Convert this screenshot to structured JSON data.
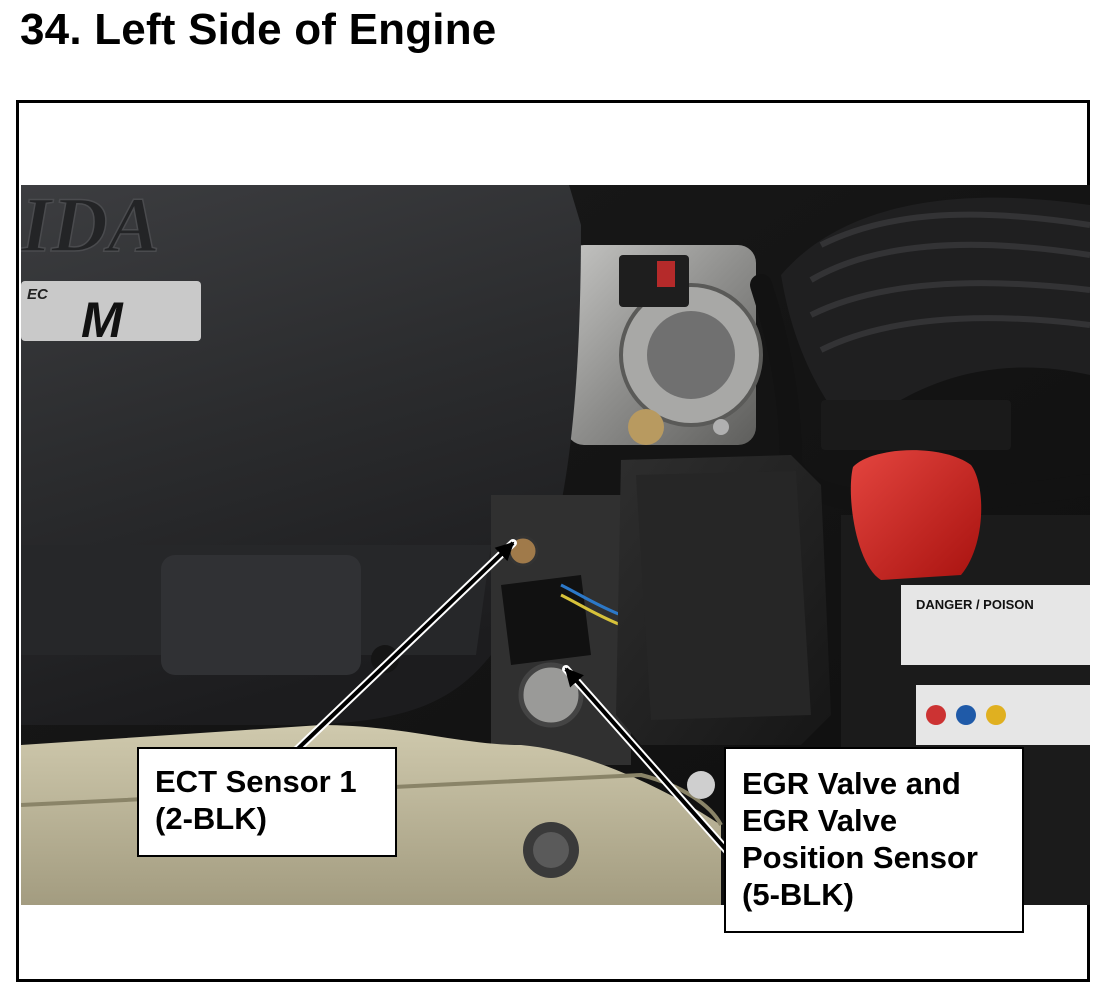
{
  "page": {
    "title": "34.  Left Side of Engine"
  },
  "callouts": {
    "ect_sensor": {
      "lines": [
        "ECT Sensor 1",
        "(2-BLK)"
      ]
    },
    "egr_valve": {
      "lines": [
        "EGR Valve and",
        "EGR Valve",
        "Position Sensor",
        "(5-BLK)"
      ]
    }
  },
  "photo_text": {
    "brand_mark": "IDA",
    "engine_badge_small": "EC",
    "engine_badge_large": "M",
    "battery_warning": "DANGER / POISON"
  },
  "colors": {
    "engine_cover": "#2e2f31",
    "terminal_cap": "#c8201e",
    "fender_panel": "#b9b398",
    "throttle_body": "#9a9a98"
  }
}
